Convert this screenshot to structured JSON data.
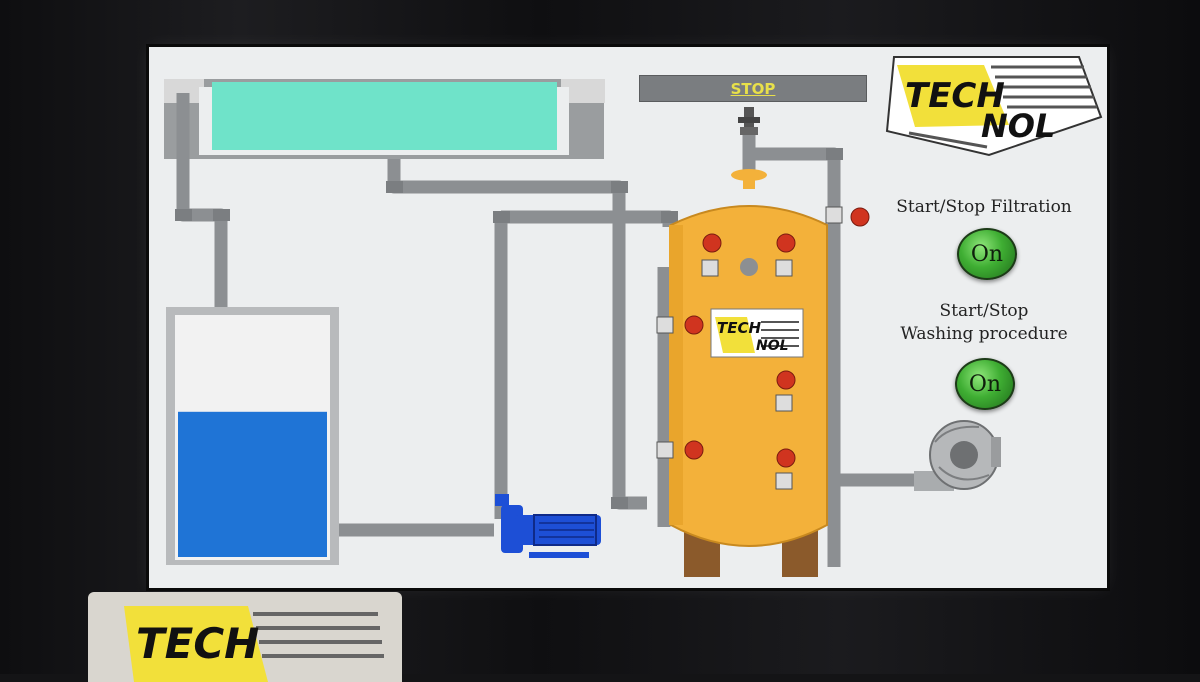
{
  "header": {
    "stop_label": "STOP"
  },
  "logo": {
    "text_left": "TECH",
    "text_right": "NOL",
    "bar_color": "#f2e03a"
  },
  "controls": {
    "filtration": {
      "label": "Start/Stop Filtration",
      "button_label": "On"
    },
    "washing": {
      "label_line1": "Start/Stop",
      "label_line2": "Washing procedure",
      "button_label": "On"
    }
  },
  "tank": {
    "level_percent": 60,
    "water_color": "#1f74d6"
  },
  "pool": {
    "water_color": "#6fe3c9"
  },
  "filter": {
    "body_color": "#f3b13a"
  },
  "colors": {
    "pipe": "#8c8f92",
    "valve_red": "#d0341f",
    "pump_blue": "#1d4fd6"
  }
}
